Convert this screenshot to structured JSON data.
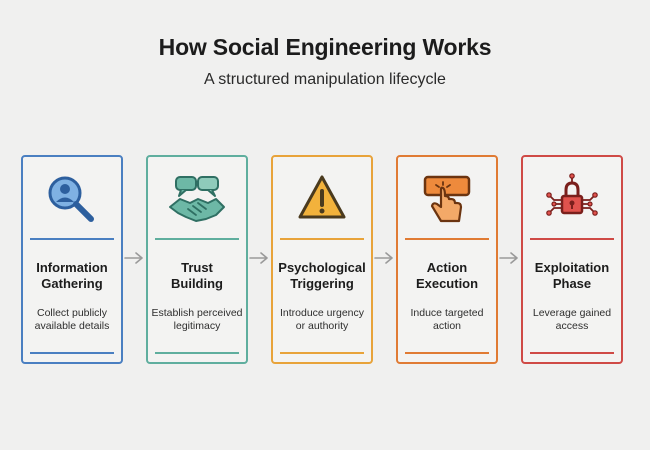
{
  "header": {
    "title": "How Social Engineering Works",
    "subtitle": "A structured manipulation lifecycle"
  },
  "colors": {
    "blue": "#4a7fc1",
    "teal": "#5fae9e",
    "orange": "#e8a33a",
    "deep_orange": "#e07b34",
    "red": "#cf4a46",
    "arrow": "#9a9a9a"
  },
  "steps": [
    {
      "title_lines": [
        "Information",
        "Gathering"
      ],
      "desc_lines": [
        "Collect publicly",
        "available details"
      ],
      "icon": "magnifier-person-icon",
      "color": "#4a7fc1"
    },
    {
      "title_lines": [
        "Trust",
        "Building"
      ],
      "desc_lines": [
        "Establish perceived",
        "legitimacy"
      ],
      "icon": "handshake-chat-icon",
      "color": "#5fae9e"
    },
    {
      "title_lines": [
        "Psychological",
        "Triggering"
      ],
      "desc_lines": [
        "Introduce urgency",
        "or authority"
      ],
      "icon": "warning-triangle-icon",
      "color": "#e8a33a"
    },
    {
      "title_lines": [
        "Action",
        "Execution"
      ],
      "desc_lines": [
        "Induce targeted",
        "action"
      ],
      "icon": "pointer-click-icon",
      "color": "#e07b34"
    },
    {
      "title_lines": [
        "Exploitation",
        "Phase"
      ],
      "desc_lines": [
        "Leverage gained",
        "access"
      ],
      "icon": "padlock-circuit-icon",
      "color": "#cf4a46"
    }
  ]
}
